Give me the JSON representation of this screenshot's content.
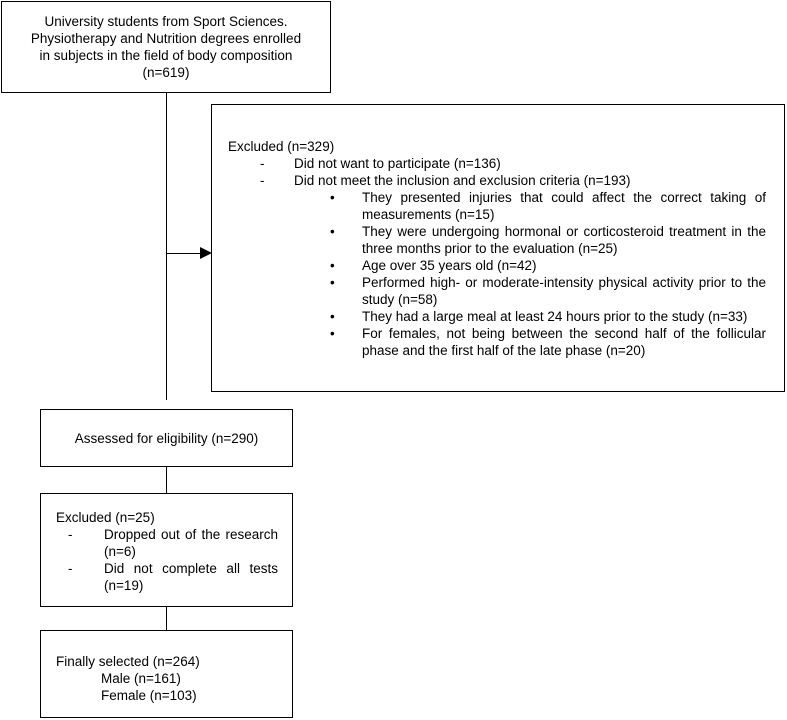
{
  "box1": {
    "lines": [
      "University students from Sport Sciences.",
      "Physiotherapy and Nutrition degrees enrolled",
      "in subjects in the field of body composition",
      "(n=619)"
    ]
  },
  "box2": {
    "heading": "Excluded (n=329)",
    "dash_marker": "-",
    "bullet_marker": "•",
    "items": [
      {
        "text": "Did not want to participate (n=136)"
      },
      {
        "text": "Did not meet the inclusion and exclusion criteria (n=193)"
      }
    ],
    "criteria": [
      "They presented injuries that could affect the correct taking of measurements (n=15)",
      "They were undergoing hormonal or corticosteroid treatment in the three months prior to the evaluation (n=25)",
      "Age over 35 years old (n=42)",
      "Performed high- or moderate-intensity physical activity prior to the study (n=58)",
      "They had a large meal at least 24 hours prior to the study (n=33)",
      "For females, not being between the second half of the follicular phase and the first half of the late phase (n=20)"
    ]
  },
  "box3": {
    "text": "Assessed for eligibility (n=290)"
  },
  "box4": {
    "heading": "Excluded (n=25)",
    "dash_marker": "-",
    "items": [
      "Dropped out of the research (n=6)",
      "Did not complete all tests (n=19)"
    ]
  },
  "box5": {
    "heading": "Finally selected (n=264)",
    "male": "Male (n=161)",
    "female": "Female (n=103)"
  }
}
